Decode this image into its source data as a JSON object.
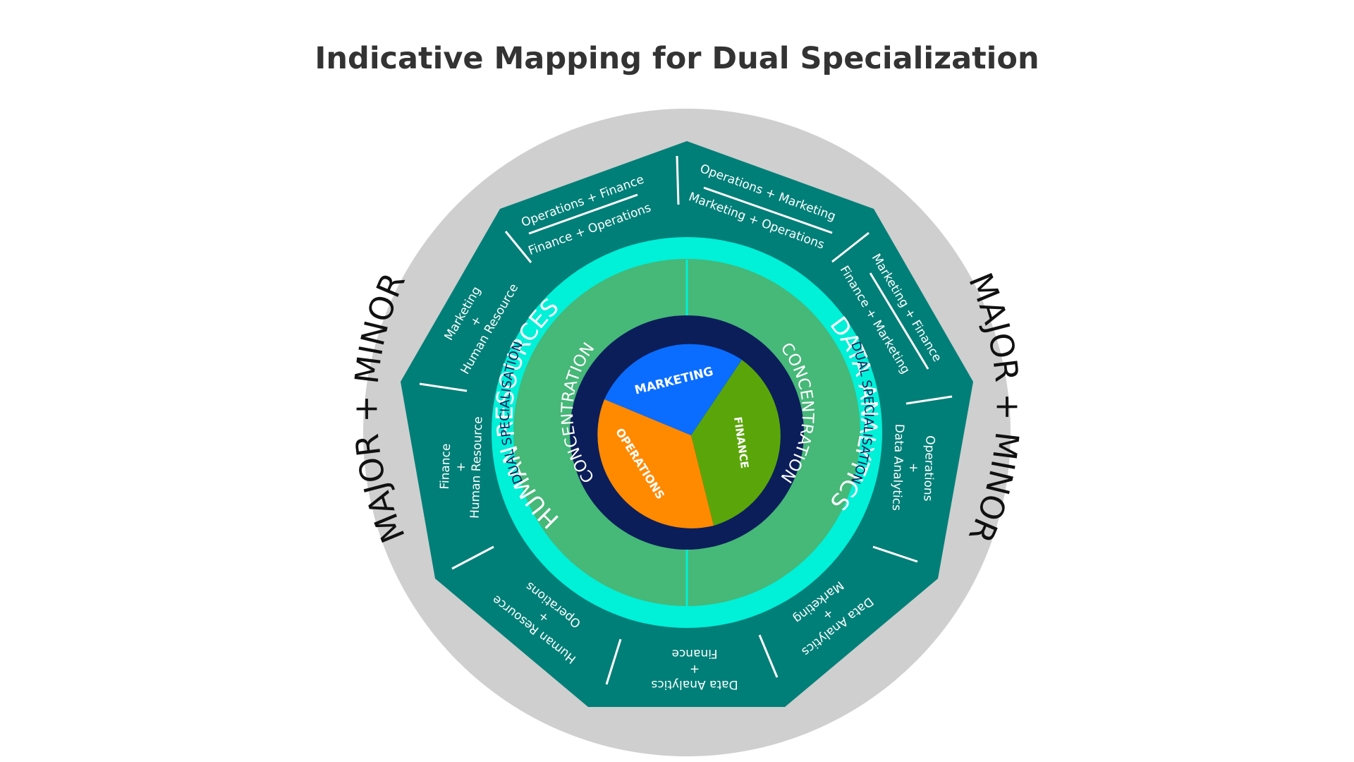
{
  "title": "Indicative Mapping for Dual Specialization",
  "colors": {
    "outer_ring": "#cfcfcf",
    "octagon": "#007f78",
    "aqua_ring": "#00f0d8",
    "green_disc": "#46b878",
    "navy_ring": "#0b1e5a",
    "marketing": "#0a6dff",
    "finance": "#5aa60a",
    "operations": "#ff8a00"
  },
  "outer_ring": {
    "left_label": "MAJOR + MINOR",
    "right_label": "MAJOR + MINOR"
  },
  "dual_specialisation": {
    "left_label": "DUAL SPECIALISATION",
    "right_label": "DUAL SPECIALISATION"
  },
  "concentration": {
    "left_title": "HUMAN RESOURCES",
    "left_sub": "CONCENTRATION",
    "right_title": "DATA ANALYTICS",
    "right_sub": "CONCENTRATION"
  },
  "core": {
    "marketing": "MARKETING",
    "finance": "FINANCE",
    "operations": "OPERATIONS"
  },
  "pairs": {
    "top_left": {
      "a": "Operations + Finance",
      "b": "Finance + Operations"
    },
    "top_right": {
      "a": "Operations + Marketing",
      "b": "Marketing + Operations"
    },
    "right_upper": {
      "a": "Marketing + Finance",
      "b": "Finance + Marketing"
    },
    "right": {
      "l1": "Operations",
      "l2": "+",
      "l3": "Data Analytics"
    },
    "bottom_right": {
      "l1": "Data Analytics",
      "l2": "+",
      "l3": "Marketing"
    },
    "bottom": {
      "l1": "Data Analytics",
      "l2": "+",
      "l3": "Finance"
    },
    "bottom_left": {
      "l1": "Human Resource",
      "l2": "+",
      "l3": "Operations"
    },
    "left": {
      "l1": "Finance",
      "l2": "+",
      "l3": "Human Resource"
    },
    "left_upper": {
      "l1": "Marketing",
      "l2": "+",
      "l3": "Human Resource"
    }
  }
}
